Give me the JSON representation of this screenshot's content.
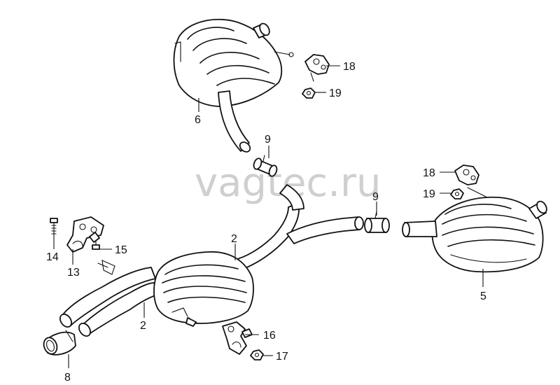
{
  "watermark": "vagtec.ru",
  "callouts": {
    "c2a": "2",
    "c2b": "2",
    "c5": "5",
    "c6": "6",
    "c8": "8",
    "c9a": "9",
    "c9b": "9",
    "c13": "13",
    "c14": "14",
    "c15": "15",
    "c16": "16",
    "c17": "17",
    "c18a": "18",
    "c18b": "18",
    "c19a": "19",
    "c19b": "19"
  }
}
